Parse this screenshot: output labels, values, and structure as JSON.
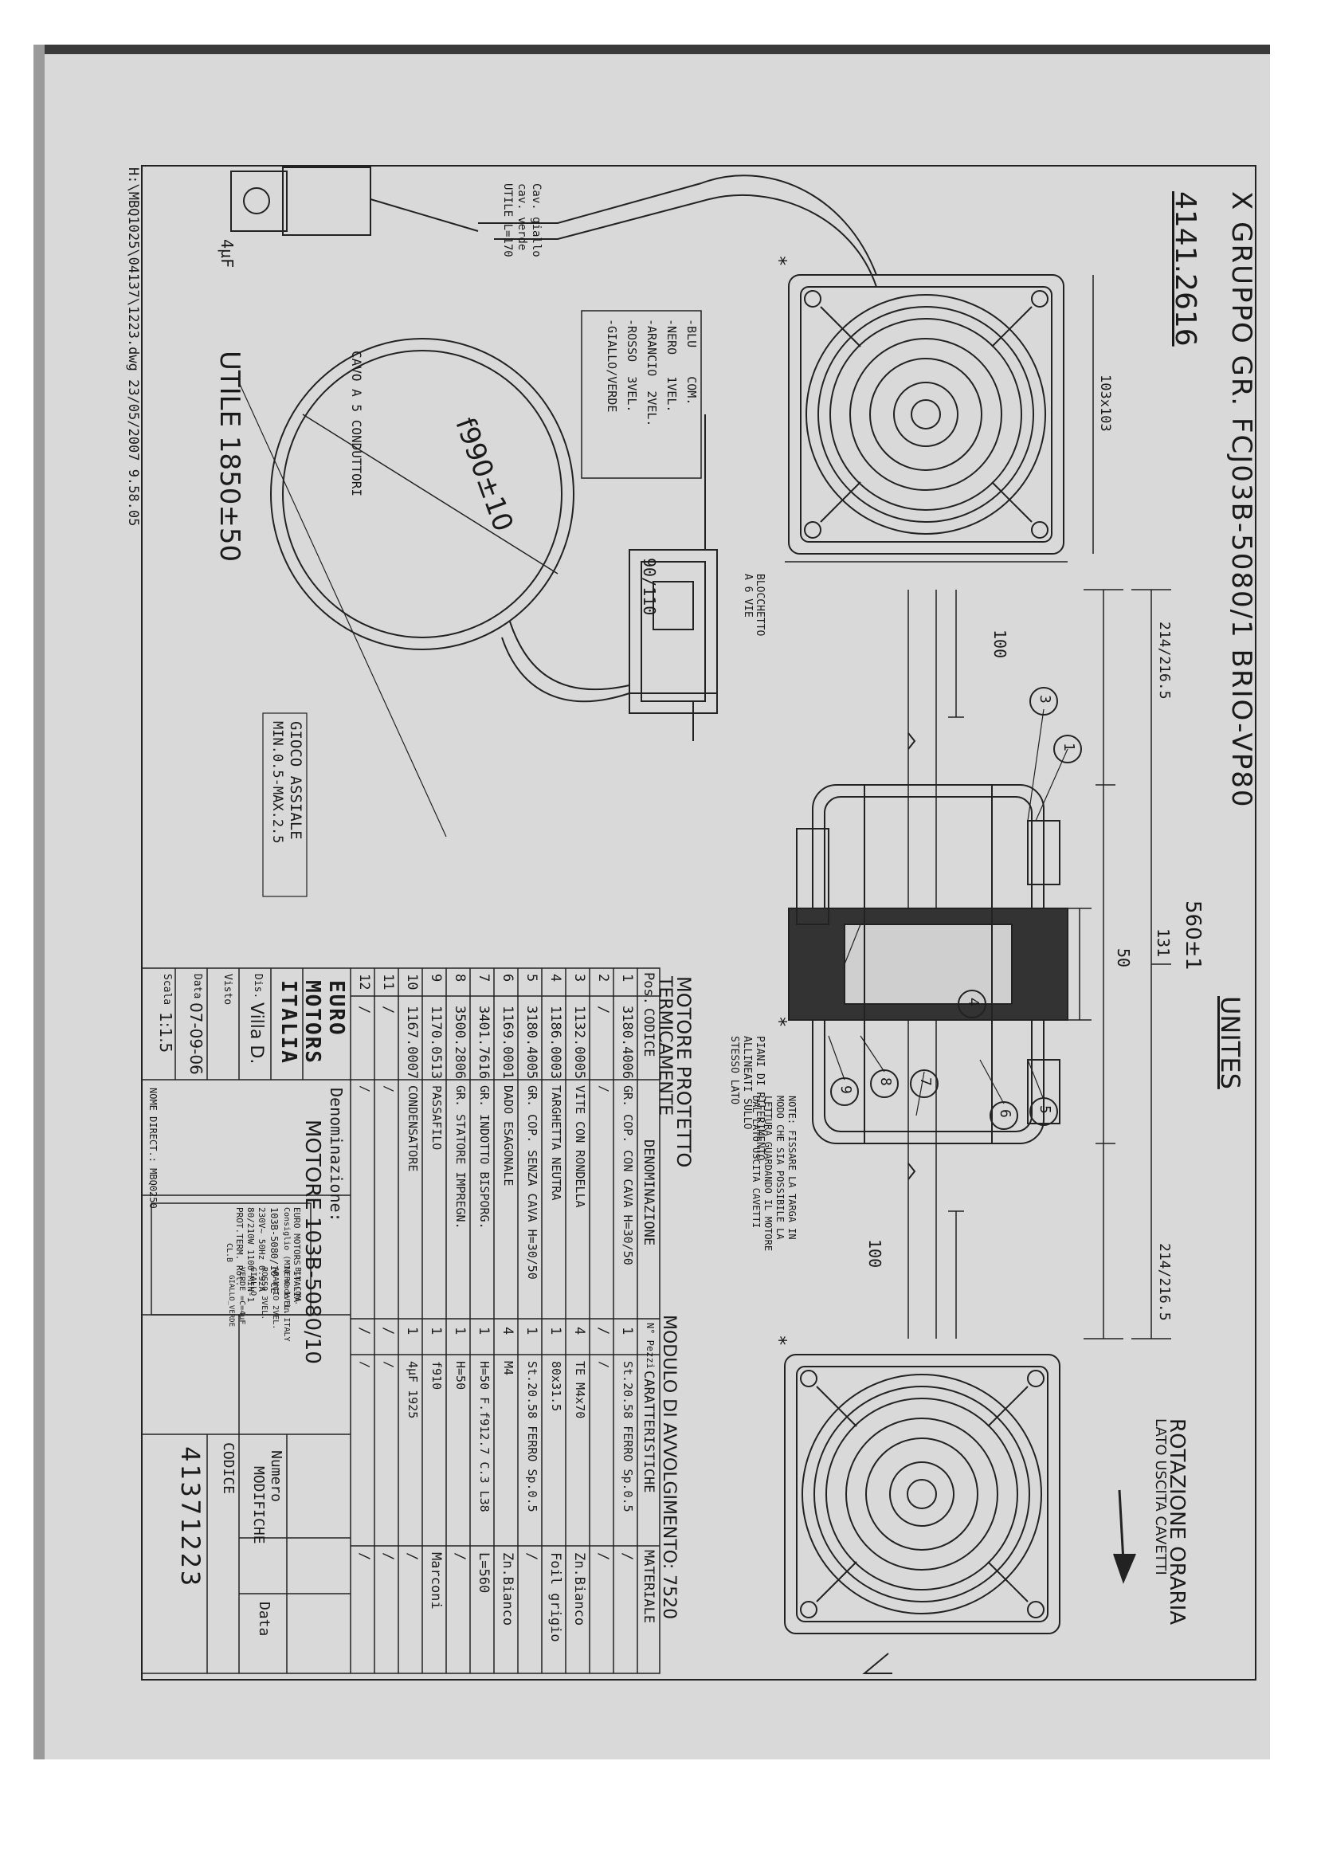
{
  "header": {
    "group_line": "X GRUPPO GR. FCJ03B-5080/1 BRIO-VP80",
    "group_code": "4141.2616",
    "unites": "UNITES",
    "length_shaft": "560±1"
  },
  "dimensions": {
    "flange": "103x103",
    "overall_left": "214/216.5",
    "overall_right": "214/216.5",
    "shaft_left": "100",
    "shaft_right": "100",
    "body": "131",
    "stack": "50",
    "cable_coil": "f990±10",
    "cable_useful": "UTILE 1850±50",
    "connector_span": "90/110"
  },
  "notes": {
    "ground_wire": [
      "Cav. giallo",
      "cav. verde",
      "UTILE L=170"
    ],
    "capacitor": "4µF",
    "cable": "CAVO A 5 CONDUTTORI",
    "connector": [
      "BLOCCHETTO",
      "A 6 VIE"
    ],
    "axial_play": [
      "GIOCO ASSIALE",
      "MIN.0.5-MAX.2.5"
    ],
    "reference": [
      "PIANI DI RIFERIMENTO",
      "ALLINEATI SULLO",
      "STESSO LATO"
    ],
    "plate_note": [
      "NOTE: FISSARE LA TARGA IN",
      "MODO CHE SIA POSSIBILE LA",
      "LETTURA GUARDANDO IL MOTORE",
      "DAL LATO USCITA CAVETTI"
    ],
    "rotation": [
      "ROTAZIONE ORARIA",
      "LATO USCITA CAVETTI"
    ],
    "asterisk": "*"
  },
  "wiring": [
    {
      "color": "-BLU",
      "fn": "COM."
    },
    {
      "color": "-NERO",
      "fn": "1VEL."
    },
    {
      "color": "-ARANCIO",
      "fn": "2VEL."
    },
    {
      "color": "-ROSSO",
      "fn": "3VEL."
    },
    {
      "color": "-GIALLO/VERDE",
      "fn": ""
    }
  ],
  "callouts": [
    "1",
    "3",
    "4",
    "5",
    "6",
    "7",
    "8",
    "9"
  ],
  "bom": {
    "title": [
      "MOTORE PROTETTO",
      "TERMICAMENTE"
    ],
    "winding": "MODULO DI AVVOLGIMENTO: 7520",
    "headers": [
      "Pos.",
      "CODICE",
      "DENOMINAZIONE",
      "N° Pezzi",
      "CARATTERISTICHE",
      "MATERIALE"
    ],
    "rows": [
      [
        "1",
        "3180.4006",
        "GR. COP. CON CAVA H=30/50",
        "1",
        "St.20.58 FERRO Sp.0.5",
        "/"
      ],
      [
        "2",
        "/",
        "/",
        "/",
        "/",
        "/"
      ],
      [
        "3",
        "1132.0005",
        "VITE CON RONDELLA",
        "4",
        "TE M4x70",
        "Zn.Bianco"
      ],
      [
        "4",
        "1186.0003",
        "TARGHETTA NEUTRA",
        "1",
        "80x31.5",
        "Foil grigio"
      ],
      [
        "5",
        "3180.4005",
        "GR. COP. SENZA CAVA H=30/50",
        "1",
        "St.20.58 FERRO Sp.0.5",
        "/"
      ],
      [
        "6",
        "1169.0001",
        "DADO ESAGONALE",
        "4",
        "M4",
        "Zn.Bianco"
      ],
      [
        "7",
        "3401.7616",
        "GR. INDOTTO BISPORG.",
        "1",
        "H=50 F.f912.7 C.3 L38",
        "L=560"
      ],
      [
        "8",
        "3500.2806",
        "GR. STATORE IMPREGN.",
        "1",
        "H=50",
        "/"
      ],
      [
        "9",
        "1170.0513",
        "PASSAFILO",
        "1",
        "f910",
        "Marconi"
      ],
      [
        "10",
        "1167.0007",
        "CONDENSATORE",
        "1",
        "4µF 1925",
        "/"
      ],
      [
        "11",
        "/",
        "/",
        "/",
        "/",
        "/"
      ],
      [
        "12",
        "/",
        "/",
        "/",
        "/",
        "/"
      ]
    ]
  },
  "title_block": {
    "company": [
      "EURO",
      "MOTORS",
      "ITALIA"
    ],
    "denom_label": "Denominazione:",
    "denom_value": "MOTORE 103B-5080/10",
    "drawn_label": "Dis.",
    "drawn_value": "Villa D.",
    "checked_label": "Visto",
    "date_label": "Data",
    "date_value": "07-09-06",
    "scale_label": "Scala",
    "scale_value": "1:1.5",
    "file_label": "NOME DIRECT.: MBQ0250",
    "plate": [
      "EURO MOTORS ITALIA",
      "Consiglio (MI) made in ITALY",
      "103B-5080/10  CE",
      "230V~ 50Hz  0.92A",
      "80/210W 1100 MIN-1",
      "PROT.TERM.  Rot.",
      "CL.B"
    ],
    "plate_wires": [
      "BLU  COM.",
      "NERO  1VEL.",
      "ARANCIO  2VEL.",
      "ROSSO  3VEL.",
      "GIALLO",
      "VERDE  =C=4µF",
      "GIALLO_VERDE"
    ],
    "number_label": "Numero",
    "changes_label": "MODIFICHE",
    "date2_label": "Data",
    "code_label": "CODICE",
    "code_value": "41371223"
  },
  "footer": "H:\\MBQ1025\\04137\\1223.dwg  23/05/2007 9.58.05"
}
